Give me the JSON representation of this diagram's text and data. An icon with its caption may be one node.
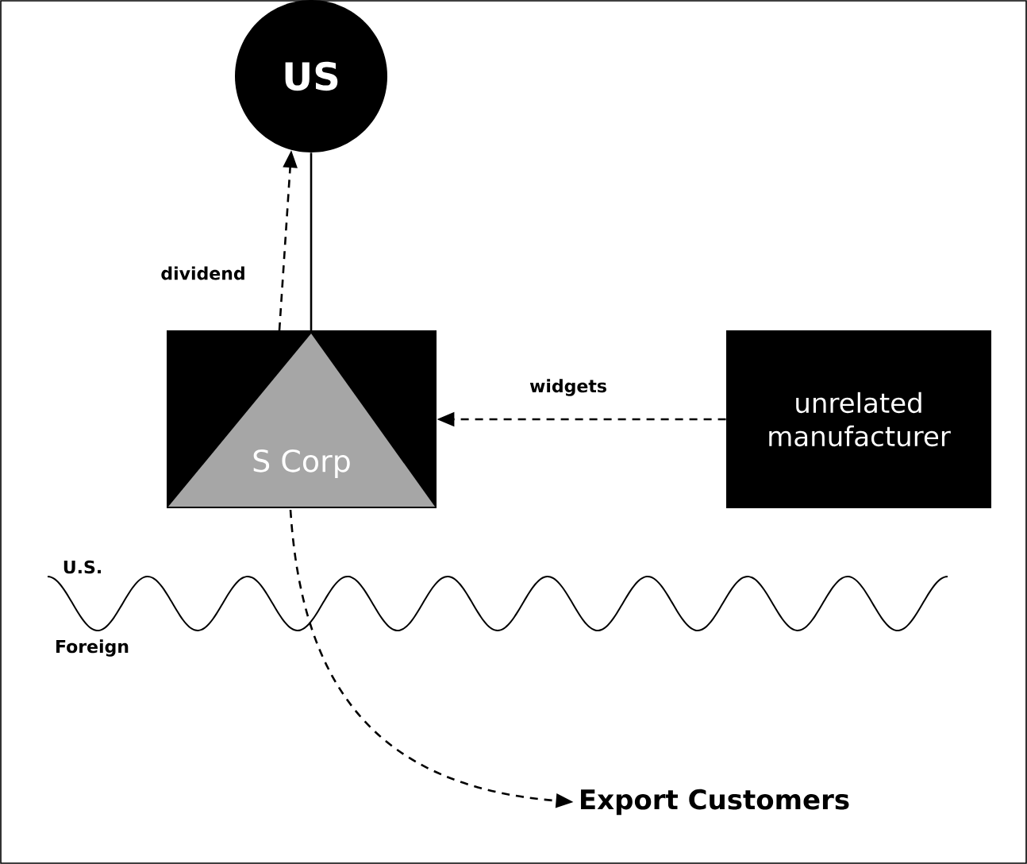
{
  "diagram": {
    "nodes": [
      {
        "text": [
          "US"
        ]
      },
      {
        "text": [
          "S Corp"
        ]
      },
      {
        "text": [
          "unrelated manufacturer"
        ]
      },
      {
        "text": [
          "Export Customers"
        ]
      }
    ],
    "edges": [
      {
        "from": 1,
        "to": 0,
        "arrow": "to",
        "style": "dashed",
        "label": "dividend"
      },
      {
        "from": 1,
        "to": 0,
        "arrow": "none"
      },
      {
        "from": 2,
        "to": 1,
        "arrow": "to",
        "style": "dashed",
        "label": "widgets"
      },
      {
        "from": 1,
        "to": 3,
        "arrow": "to",
        "style": "dashed"
      }
    ],
    "labels": [
      "U.S.",
      "Foreign"
    ]
  }
}
